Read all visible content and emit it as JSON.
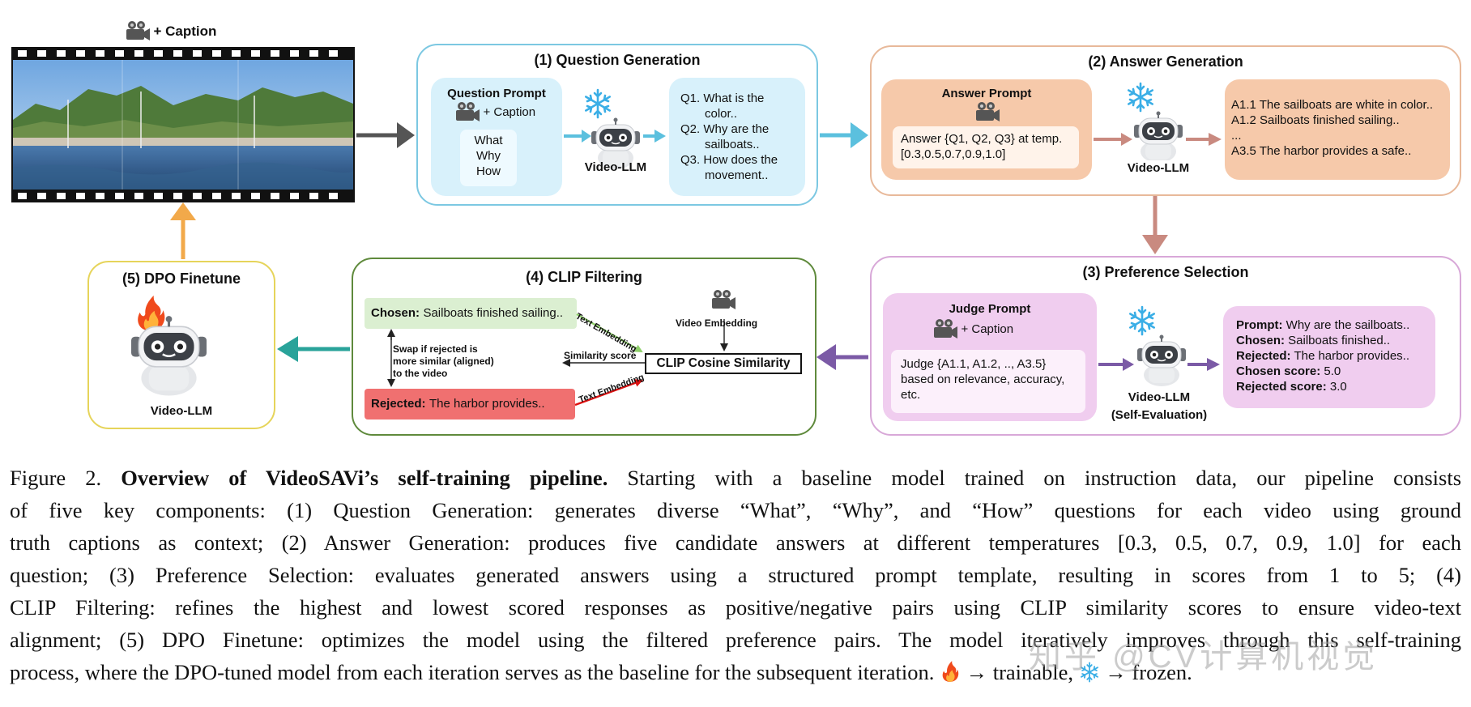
{
  "figure": {
    "video_caption_label": "+ Caption",
    "panels": {
      "question_generation": {
        "title": "(1) Question Generation",
        "prompt_title": "Question Prompt",
        "prompt_caption": "+ Caption",
        "prompt_words": [
          "What",
          "Why",
          "How"
        ],
        "model_label": "Video-LLM",
        "questions": [
          "Q1. What is the",
          "color..",
          "Q2. Why are the",
          "sailboats..",
          "Q3. How does the",
          "movement.."
        ]
      },
      "answer_generation": {
        "title": "(2) Answer Generation",
        "prompt_title": "Answer Prompt",
        "prompt_text": [
          "Answer {Q1, Q2, Q3} at temp.",
          "[0.3,0.5,0.7,0.9,1.0]"
        ],
        "model_label": "Video-LLM",
        "answers": [
          "A1.1 The sailboats are white in color..",
          "A1.2  Sailboats finished sailing..",
          "...",
          "A3.5 The harbor provides a safe.."
        ]
      },
      "preference_selection": {
        "title": "(3) Preference Selection",
        "prompt_title": "Judge Prompt",
        "prompt_caption": "+ Caption",
        "prompt_text": [
          "Judge {A1.1, A1.2, .., A3.5}",
          "based on relevance, accuracy,",
          "etc."
        ],
        "model_label": "Video-LLM",
        "model_sublabel": "(Self-Evaluation)",
        "result": [
          {
            "key": "Prompt:",
            "value": "Why are the sailboats.."
          },
          {
            "key": "Chosen:",
            "value": "Sailboats finished.."
          },
          {
            "key": "Rejected:",
            "value": "The harbor provides.."
          },
          {
            "key": "Chosen score:",
            "value": "5.0"
          },
          {
            "key": "Rejected score:",
            "value": "3.0"
          }
        ]
      },
      "clip_filtering": {
        "title": "(4) CLIP Filtering",
        "chosen_key": "Chosen:",
        "chosen_value": "Sailboats finished sailing..",
        "rejected_key": "Rejected:",
        "rejected_value": "The harbor provides..",
        "swap_note": [
          "Swap if rejected is",
          "more similar (aligned)",
          "to the video"
        ],
        "text_embedding": "Text Embedding",
        "video_embedding": "Video Embedding",
        "similarity_score": "Similarity score",
        "clip_box": "CLIP Cosine Similarity"
      },
      "dpo_finetune": {
        "title": "(5) DPO Finetune",
        "model_label": "Video-LLM"
      }
    },
    "colors": {
      "q_border": "#7cc8e2",
      "q_fill": "#d8f1fb",
      "a_border": "#e8b99a",
      "a_fill": "#f6c9aa",
      "p_border": "#d8a8d8",
      "p_fill": "#f0cdef",
      "c_border": "#5f8a3c",
      "d_border": "#e6d45a",
      "chosen_fill": "#dbefd1",
      "rejected_fill": "#f07070",
      "arrow_gray": "#555555",
      "arrow_blue": "#5bc0de",
      "arrow_brown": "#c98a80",
      "arrow_purple": "#7b5aa6",
      "arrow_teal": "#29a39a",
      "arrow_orange": "#f2a94a"
    }
  },
  "caption": {
    "label": "Figure 2.",
    "bold": "Overview of VideoSAVi’s self-training pipeline.",
    "lines": [
      "Starting with a baseline model trained on instruction data, our pipeline consists",
      "of five key components: (1) Question Generation: generates diverse “What”, “Why”, and “How” questions for each video using ground",
      "truth captions as context; (2) Answer Generation: produces five candidate answers at different temperatures [0.3, 0.5, 0.7, 0.9, 1.0] for each",
      "question; (3) Preference Selection: evaluates generated answers using a structured prompt template, resulting in scores from 1 to 5; (4)",
      "CLIP Filtering: refines the highest and lowest scored responses as positive/negative pairs using CLIP similarity scores to ensure video-text",
      "alignment; (5) DPO Finetune: optimizes the model using the filtered preference pairs. The model iteratively improves through this self-training",
      "process, where the DPO-tuned model from each iteration serves as the baseline for the subsequent iteration."
    ],
    "legend_fire": "→ trainable,",
    "legend_snow": "→ frozen."
  },
  "watermark": "知乎 @CV计算机视觉"
}
